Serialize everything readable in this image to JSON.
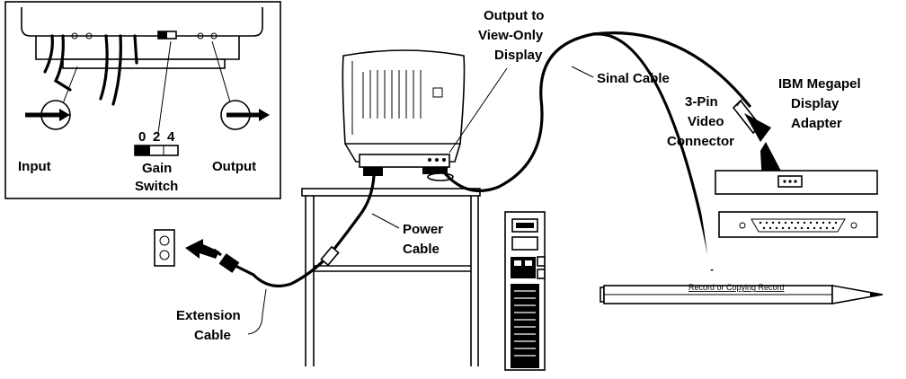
{
  "labels": {
    "input": "Input",
    "output": "Output",
    "gain_switch_line1": "Gain",
    "gain_switch_line2": "Switch",
    "gain_positions": [
      "0",
      "2",
      "4"
    ],
    "output_to_line1": "Output to",
    "output_to_line2": "View-Only",
    "output_to_line3": "Display",
    "signal_cable": "Sinal Cable",
    "connector_line1": "3-Pin",
    "connector_line2": "Video",
    "connector_line3": "Connector",
    "adapter_line1": "IBM Megapel",
    "adapter_line2": "Display",
    "adapter_line3": "Adapter",
    "power_cable_line1": "Power",
    "power_cable_line2": "Cable",
    "extension_cable_line1": "Extension",
    "extension_cable_line2": "Cable",
    "pencil_text": "Record or Copying Record"
  }
}
